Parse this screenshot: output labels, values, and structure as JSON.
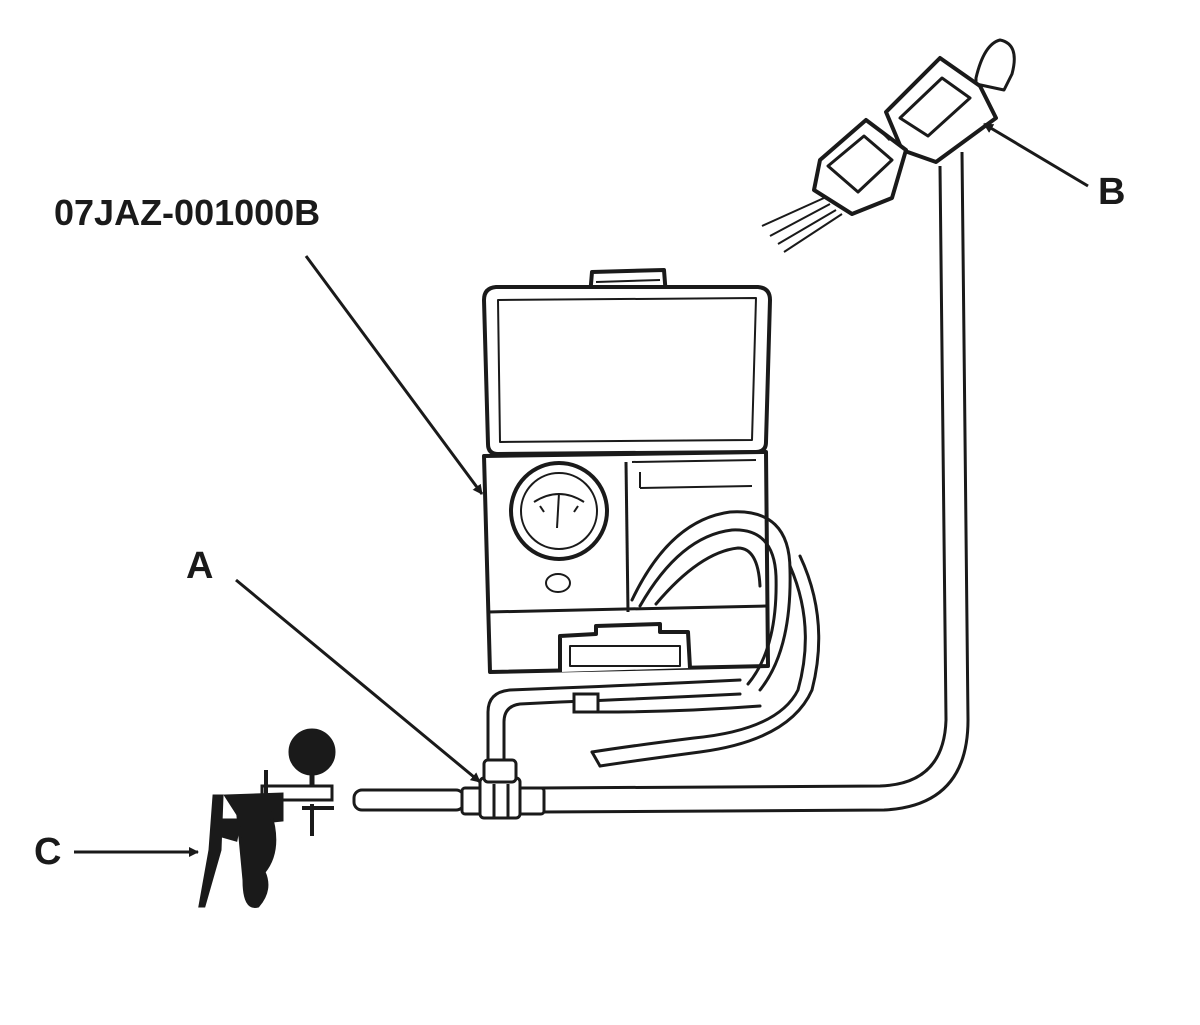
{
  "labels": {
    "part_number": "07JAZ-001000B",
    "a": "A",
    "b": "B",
    "c": "C"
  },
  "colors": {
    "line": "#1a1a1a",
    "background": "#ffffff"
  }
}
